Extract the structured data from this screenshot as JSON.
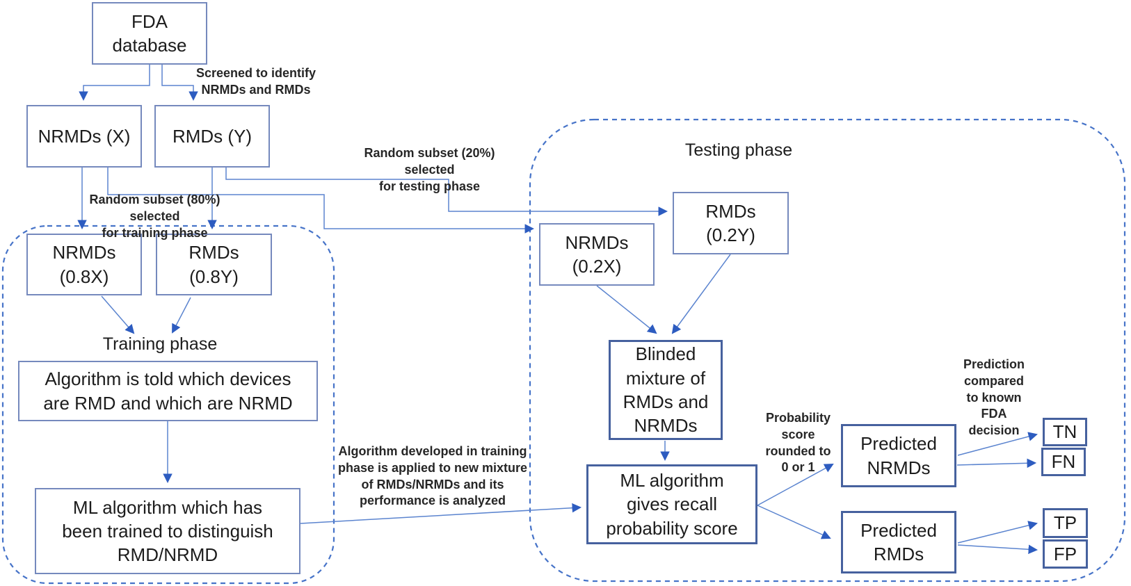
{
  "diagram": {
    "nodes": {
      "fda": "FDA\ndatabase",
      "nrmds_x": "NRMDs (X)",
      "rmds_y": "RMDs (Y)",
      "nrmds_08x": "NRMDs\n(0.8X)",
      "rmds_08y": "RMDs\n(0.8Y)",
      "algorithm_told": "Algorithm is told which devices\nare RMD and which are NRMD",
      "ml_trained": "ML algorithm which has\nbeen trained to distinguish\nRMD/NRMD",
      "nrmds_02x": "NRMDs\n(0.2X)",
      "rmds_02y": "RMDs\n(0.2Y)",
      "blinded_mixture": "Blinded\nmixture of\nRMDs and\nNRMDs",
      "ml_recall": "ML algorithm\ngives recall\nprobability score",
      "predicted_nrmds": "Predicted\nNRMDs",
      "predicted_rmds": "Predicted\nRMDs",
      "tn": "TN",
      "fn": "FN",
      "tp": "TP",
      "fp": "FP"
    },
    "phase_titles": {
      "training": "Training phase",
      "testing": "Testing phase"
    },
    "annotations": {
      "screened": "Screened to identify\nNRMDs and RMDs",
      "subset80": "Random subset (80%) selected\nfor training phase",
      "subset20": "Random subset (20%) selected\nfor testing phase",
      "algorithm_applied": "Algorithm developed in training\nphase is applied to new mixture\nof RMDs/NRMDs and its\nperformance is analyzed",
      "probability_rounded": "Probability\nscore\nrounded to\n0 or 1",
      "prediction_compared": "Prediction\ncompared\nto known\nFDA\ndecision"
    },
    "colors": {
      "box_border_light": "#7589bd",
      "box_border_dark": "#46619e",
      "connector_line": "#5b84cf",
      "arrowhead": "#2d5cc0",
      "dashed_container": "#4673c8",
      "text": "#1c1c1c",
      "background": "#ffffff"
    }
  }
}
